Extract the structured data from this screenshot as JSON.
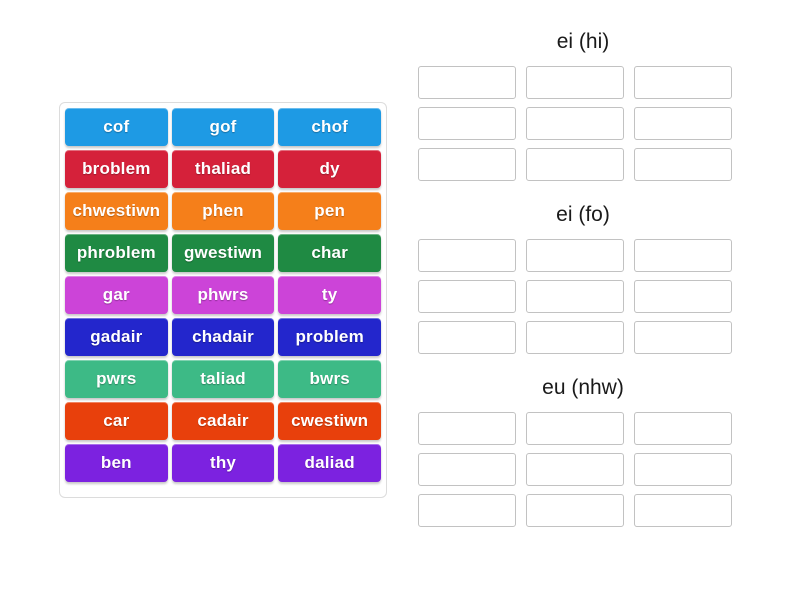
{
  "activity": {
    "type": "group-sort-drag-and-drop",
    "tile_text_color": "#ffffff"
  },
  "tile_panel": {
    "name": "word-tile-tray",
    "rows": [
      {
        "color": "#1e9ae4",
        "tiles": [
          "cof",
          "gof",
          "chof"
        ]
      },
      {
        "color": "#d5213a",
        "tiles": [
          "broblem",
          "thaliad",
          "dy"
        ]
      },
      {
        "color": "#f57f1a",
        "tiles": [
          "chwestiwn",
          "phen",
          "pen"
        ]
      },
      {
        "color": "#1f8a43",
        "tiles": [
          "phroblem",
          "gwestiwn",
          "char"
        ]
      },
      {
        "color": "#cc44d8",
        "tiles": [
          "gar",
          "phwrs",
          "ty"
        ]
      },
      {
        "color": "#2326cc",
        "tiles": [
          "gadair",
          "chadair",
          "problem"
        ]
      },
      {
        "color": "#3dba86",
        "tiles": [
          "pwrs",
          "taliad",
          "bwrs"
        ]
      },
      {
        "color": "#e8400c",
        "tiles": [
          "car",
          "cadair",
          "cwestiwn"
        ]
      },
      {
        "color": "#7c22e0",
        "tiles": [
          "ben",
          "thy",
          "daliad"
        ]
      }
    ]
  },
  "groups": [
    {
      "title": "ei (hi)",
      "slot_rows": 3,
      "slots_per_row": 3,
      "slot_values": [
        "",
        "",
        "",
        "",
        "",
        "",
        "",
        "",
        ""
      ]
    },
    {
      "title": "ei (fo)",
      "slot_rows": 3,
      "slots_per_row": 3,
      "slot_values": [
        "",
        "",
        "",
        "",
        "",
        "",
        "",
        "",
        ""
      ]
    },
    {
      "title": "eu (nhw)",
      "slot_rows": 3,
      "slots_per_row": 3,
      "slot_values": [
        "",
        "",
        "",
        "",
        "",
        "",
        "",
        "",
        ""
      ]
    }
  ],
  "colors": {
    "page_background": "#ffffff",
    "panel_border": "#dcdcdc",
    "slot_border": "#c2c2c2",
    "title_text": "#1a1a1a"
  }
}
